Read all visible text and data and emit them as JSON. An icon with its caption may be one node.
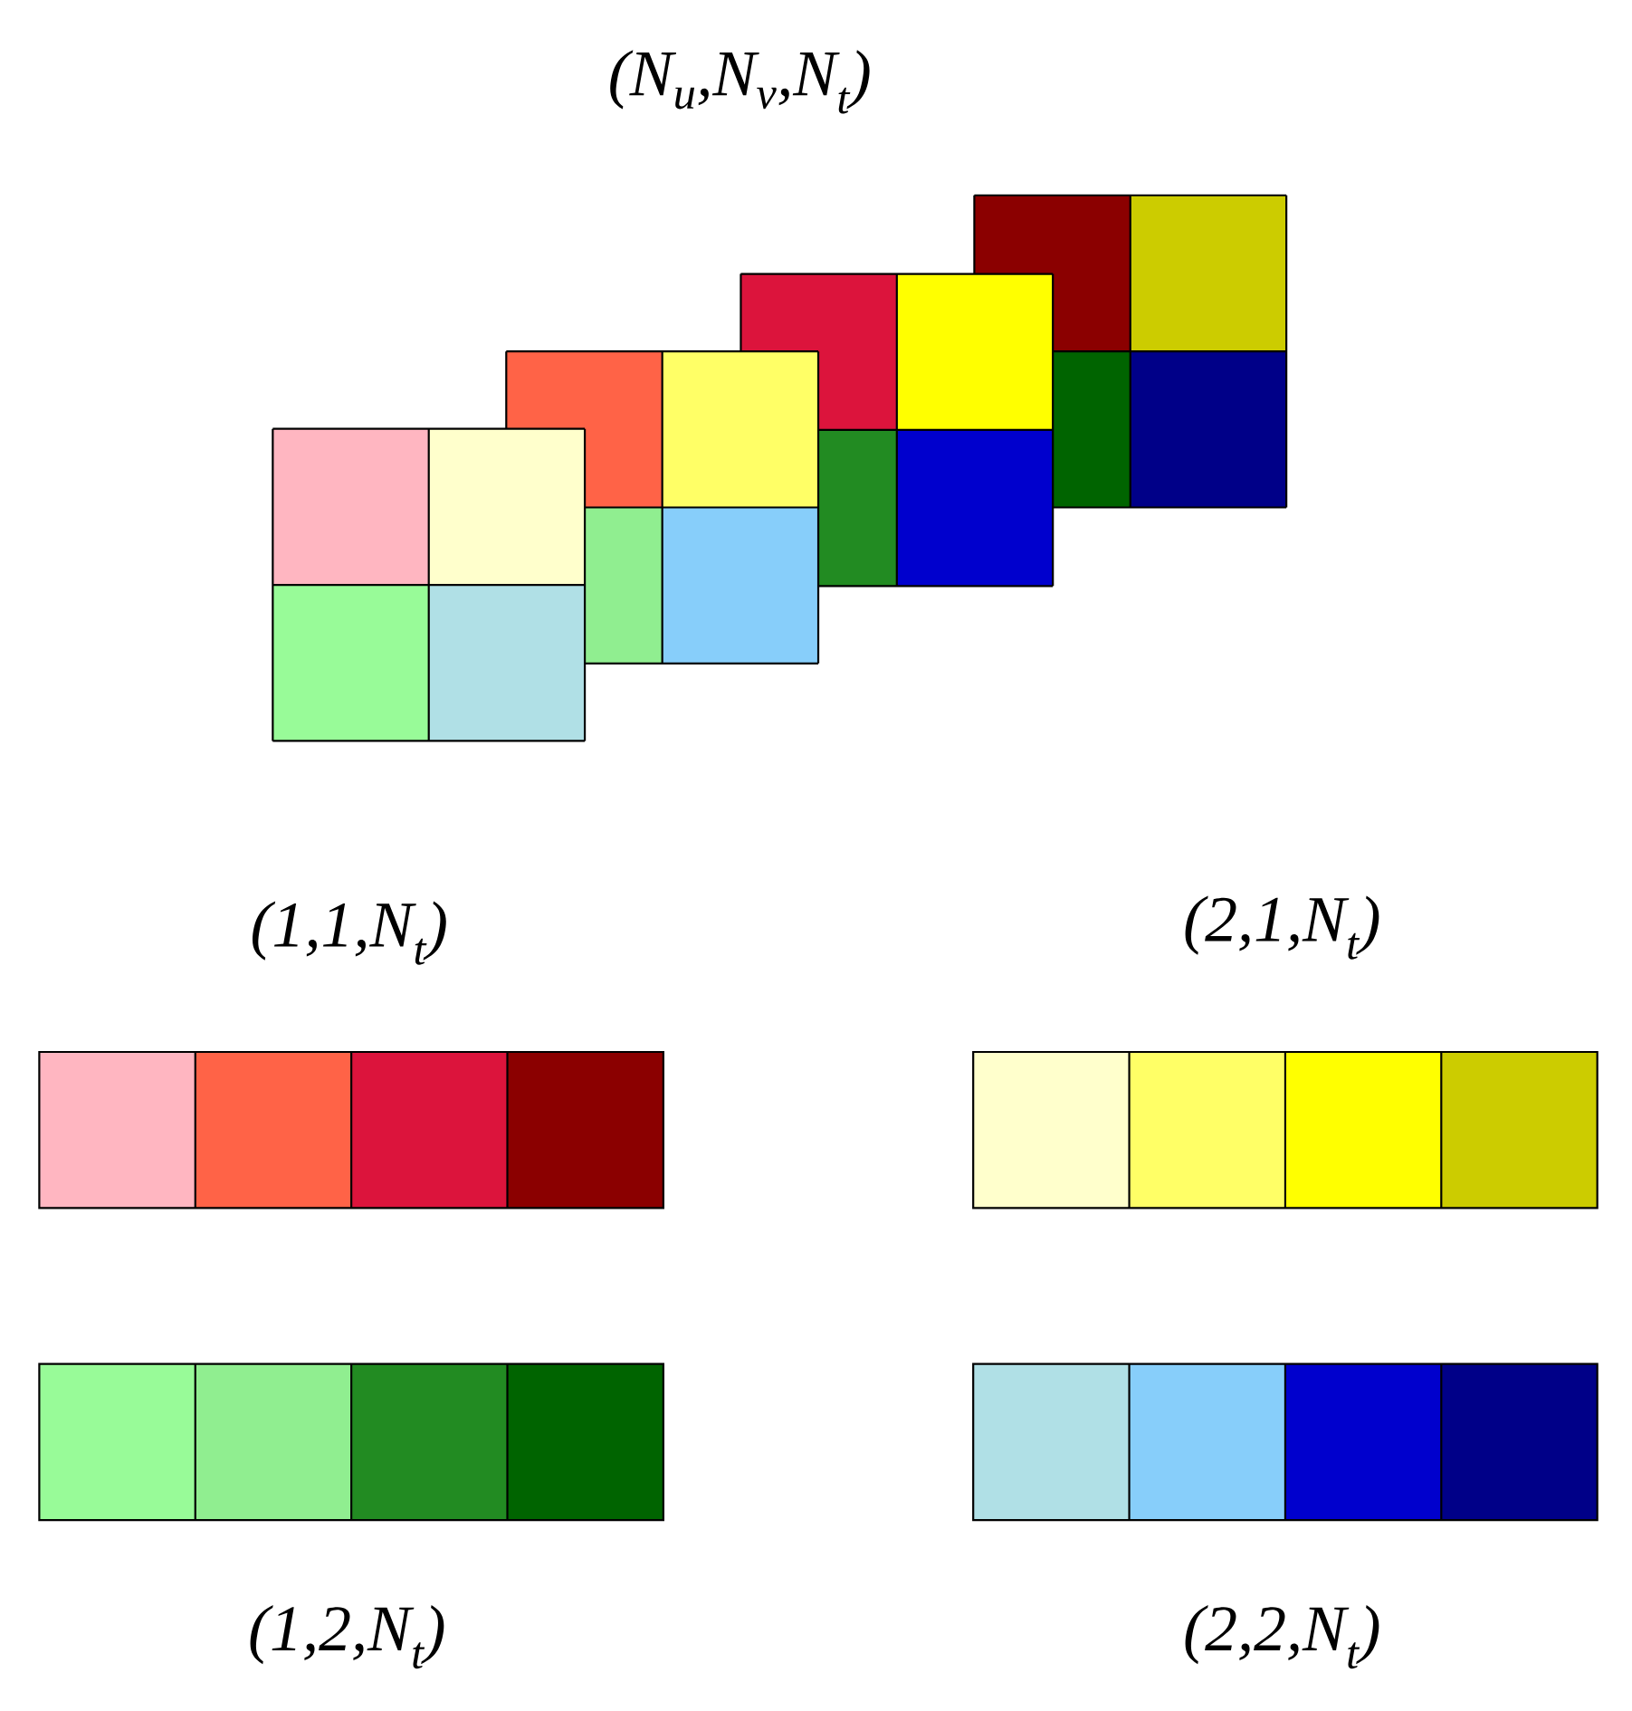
{
  "diagram": {
    "labels": [
      "(N$_{u}$,N$_{v}$,N$_{t}$)",
      "(1,1,N$_{t}$)",
      "(2,1,N$_{t}$)",
      "(1,2,N$_{t}$)",
      "(2,2,N$_{t}$)"
    ]
  }
}
